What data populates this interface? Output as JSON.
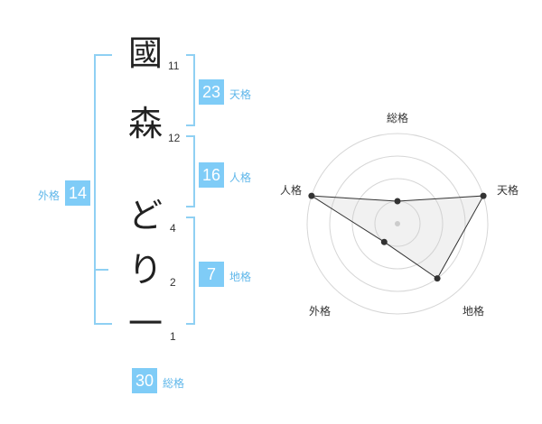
{
  "name": {
    "chars": [
      {
        "char": "國",
        "strokes": "11"
      },
      {
        "char": "森",
        "strokes": "12"
      },
      {
        "char": "ど",
        "strokes": "4"
      },
      {
        "char": "り",
        "strokes": "2"
      },
      {
        "char": "一",
        "strokes": "1"
      }
    ]
  },
  "fortunes": {
    "tenkaku": {
      "value": "23",
      "label": "天格"
    },
    "jinkaku": {
      "value": "16",
      "label": "人格"
    },
    "chikaku": {
      "value": "7",
      "label": "地格"
    },
    "gaikaku": {
      "value": "14",
      "label": "外格"
    },
    "soukaku": {
      "value": "30",
      "label": "総格"
    }
  },
  "colors": {
    "accent": "#7fccf7",
    "bracket": "#8fd0f3",
    "text": "#222222"
  },
  "chart_data": {
    "type": "radar",
    "axes": [
      "総格",
      "天格",
      "地格",
      "外格",
      "人格"
    ],
    "values": [
      1.0,
      4.0,
      3.0,
      1.0,
      4.0
    ],
    "max": 4
  }
}
